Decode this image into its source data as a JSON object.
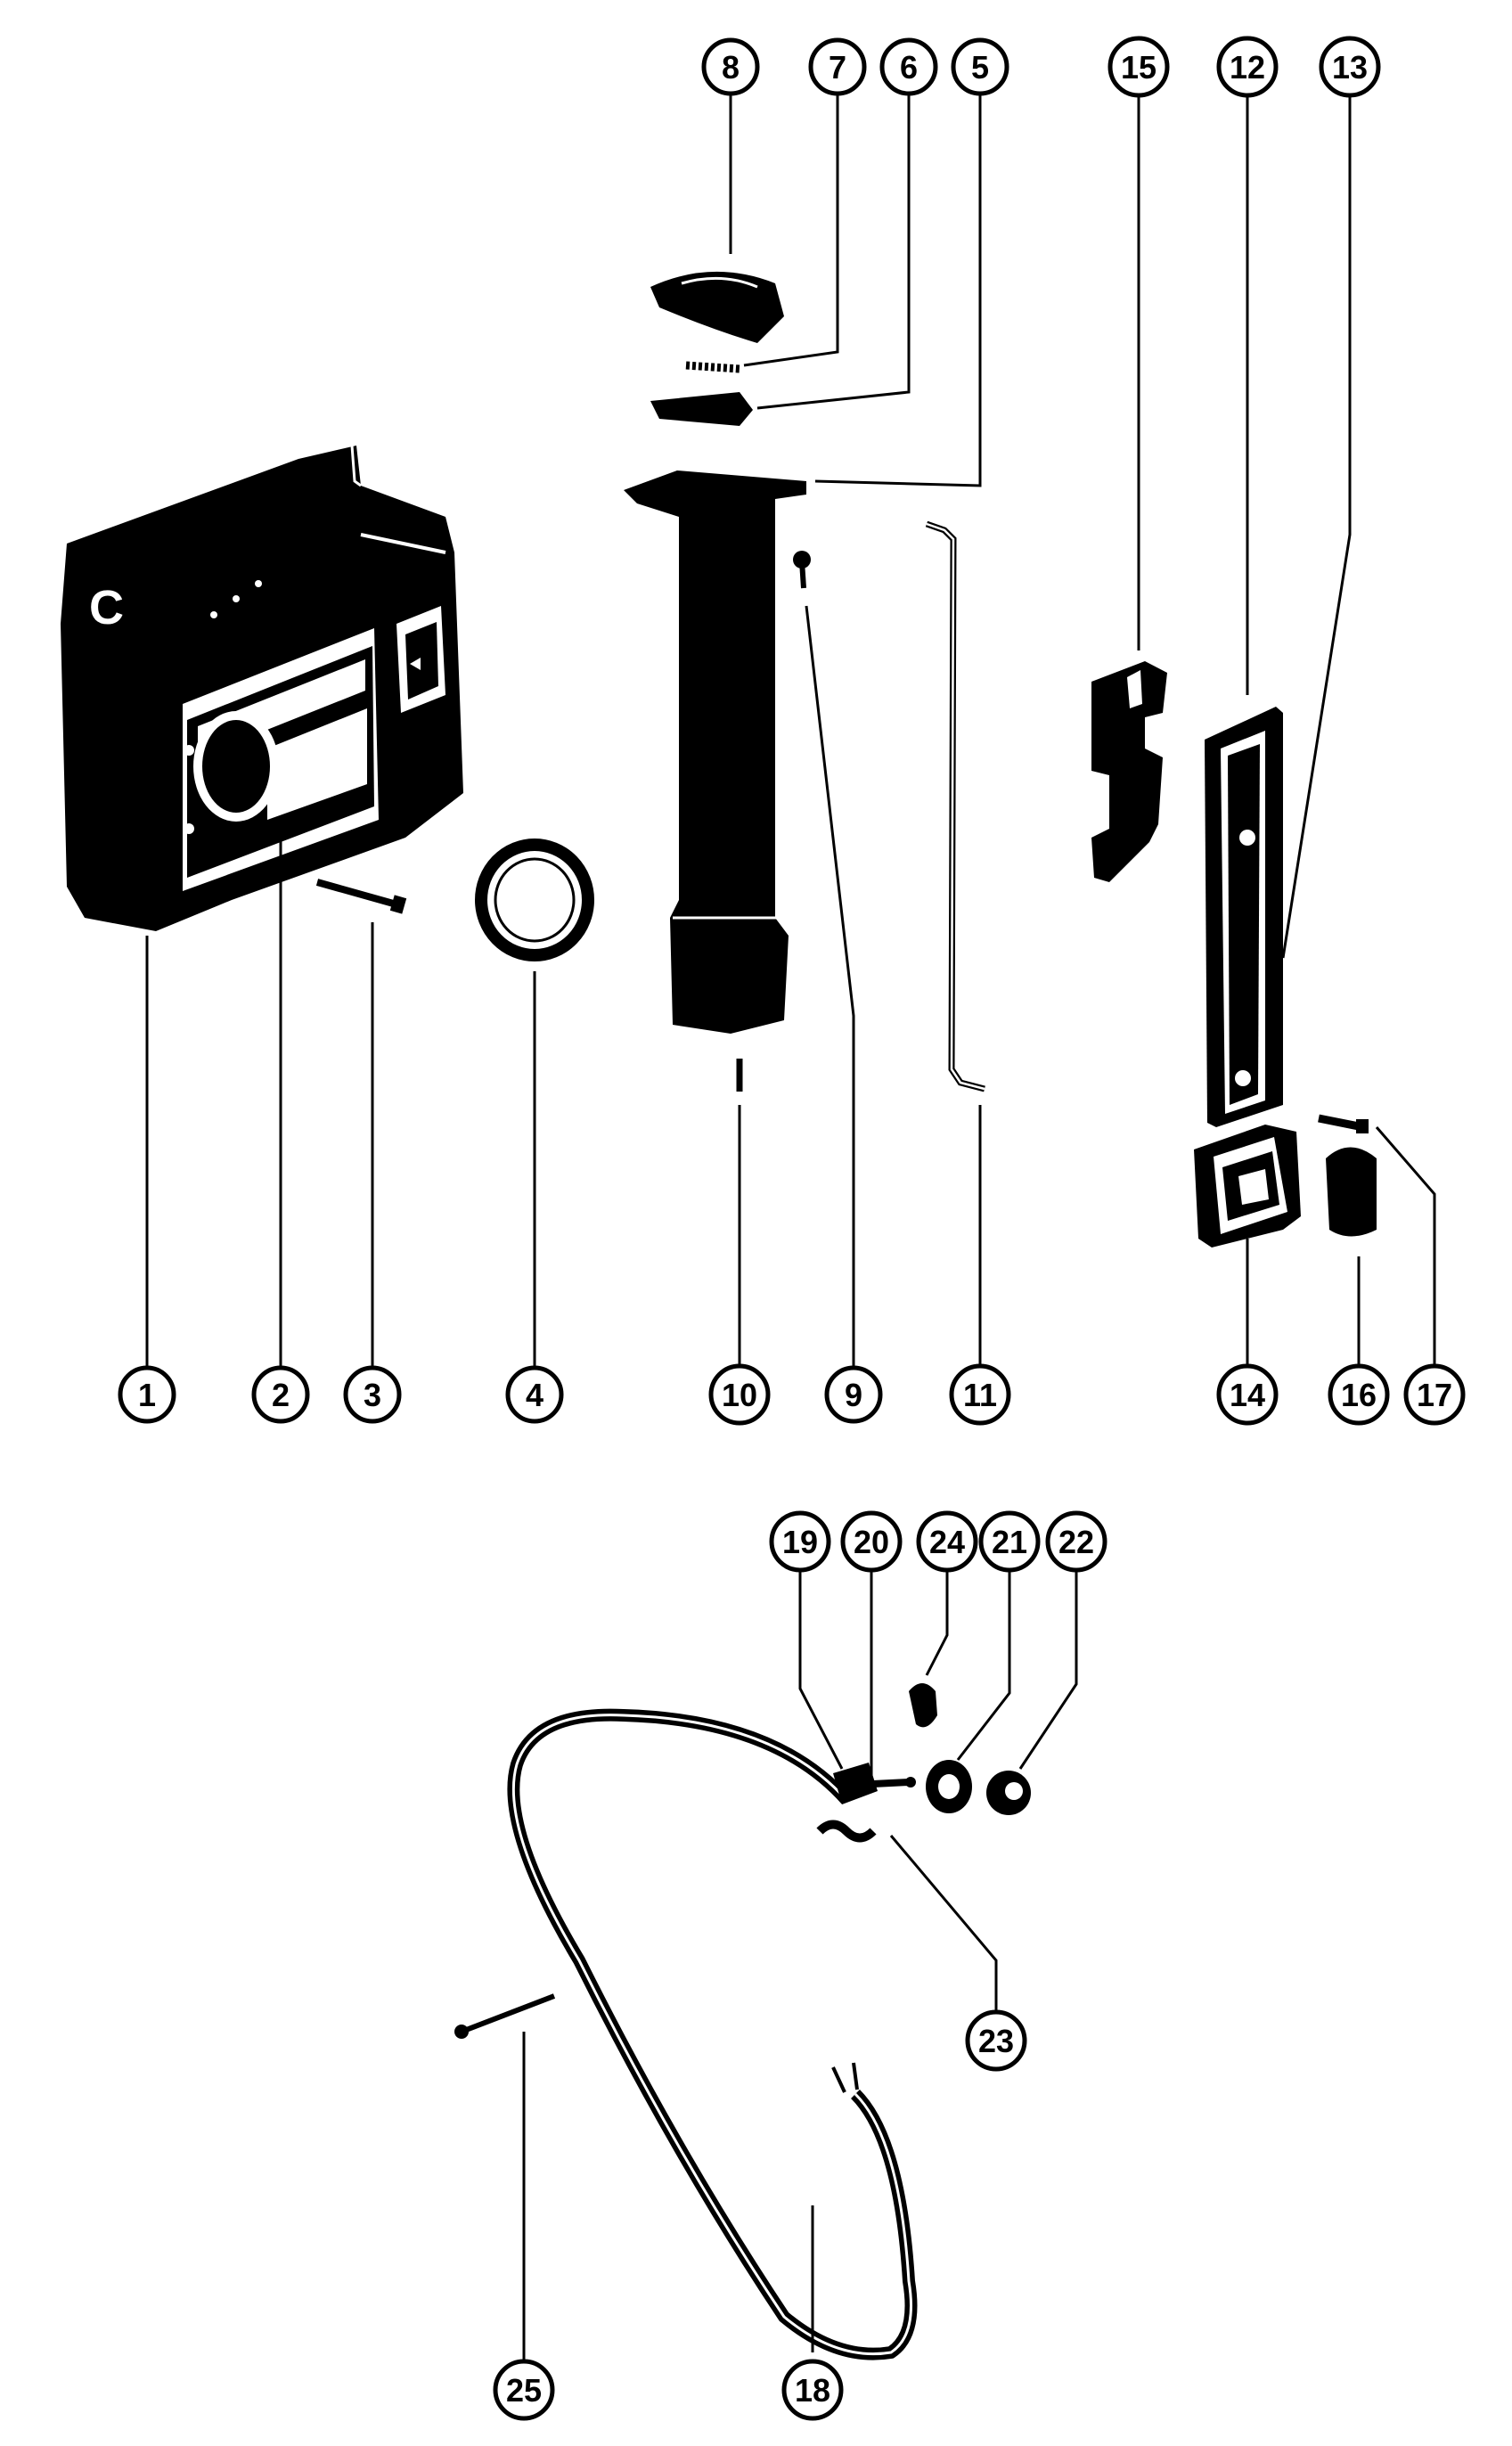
{
  "callouts": {
    "c1": "1",
    "c2": "2",
    "c3": "3",
    "c4": "4",
    "c5": "5",
    "c6": "6",
    "c7": "7",
    "c8": "8",
    "c9": "9",
    "c10": "10",
    "c11": "11",
    "c12": "12",
    "c13": "13",
    "c14": "14",
    "c15": "15",
    "c16": "16",
    "c17": "17",
    "c18": "18",
    "c19": "19",
    "c20": "20",
    "c21": "21",
    "c22": "22",
    "c23": "23",
    "c24": "24",
    "c25": "25"
  },
  "brand_mark": "C"
}
